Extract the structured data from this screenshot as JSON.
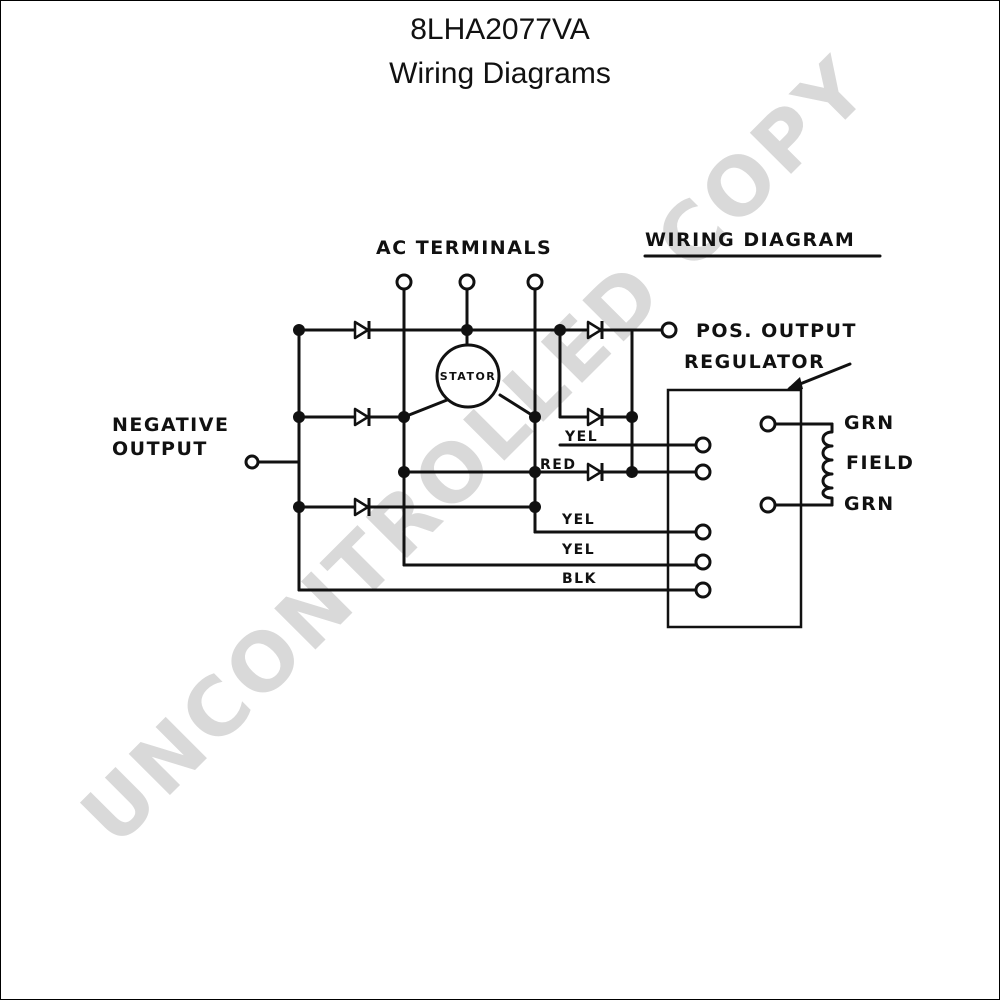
{
  "header": {
    "title": "8LHA2077VA",
    "subtitle": "Wiring Diagrams"
  },
  "watermark": {
    "text": "UNCONTROLLED COPY",
    "color": "#d9d9d9"
  },
  "diagram": {
    "heading": "WIRING DIAGRAM",
    "ac_terminals": "AC TERMINALS",
    "stator": "STATOR",
    "negative_output_line1": "NEGATIVE",
    "negative_output_line2": "OUTPUT",
    "pos_output": "POS. OUTPUT",
    "regulator": "REGULATOR",
    "field": "FIELD",
    "wires": {
      "yel_1": "YEL",
      "red": "RED",
      "yel_2": "YEL",
      "yel_3": "YEL",
      "blk": "BLK",
      "grn_top": "GRN",
      "grn_bottom": "GRN"
    }
  }
}
